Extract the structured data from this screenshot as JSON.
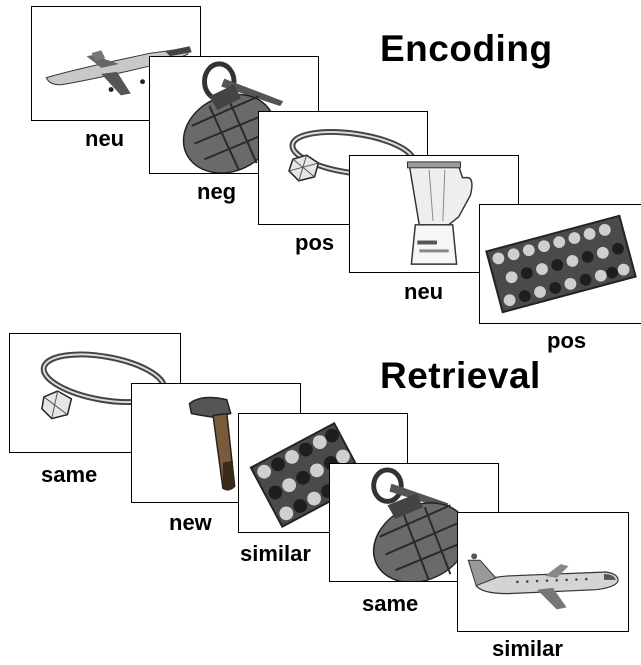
{
  "encoding": {
    "title": "Encoding",
    "trials": [
      {
        "object": "airplane",
        "label": "neu"
      },
      {
        "object": "grenade",
        "label": "neg"
      },
      {
        "object": "ring",
        "label": "pos"
      },
      {
        "object": "blender",
        "label": "neu"
      },
      {
        "object": "chocolate-box",
        "label": "pos"
      }
    ]
  },
  "retrieval": {
    "title": "Retrieval",
    "trials": [
      {
        "object": "ring",
        "label": "same"
      },
      {
        "object": "hammer",
        "label": "new"
      },
      {
        "object": "chocolate-box",
        "label": "similar"
      },
      {
        "object": "grenade",
        "label": "same"
      },
      {
        "object": "airplane",
        "label": "similar"
      }
    ]
  }
}
